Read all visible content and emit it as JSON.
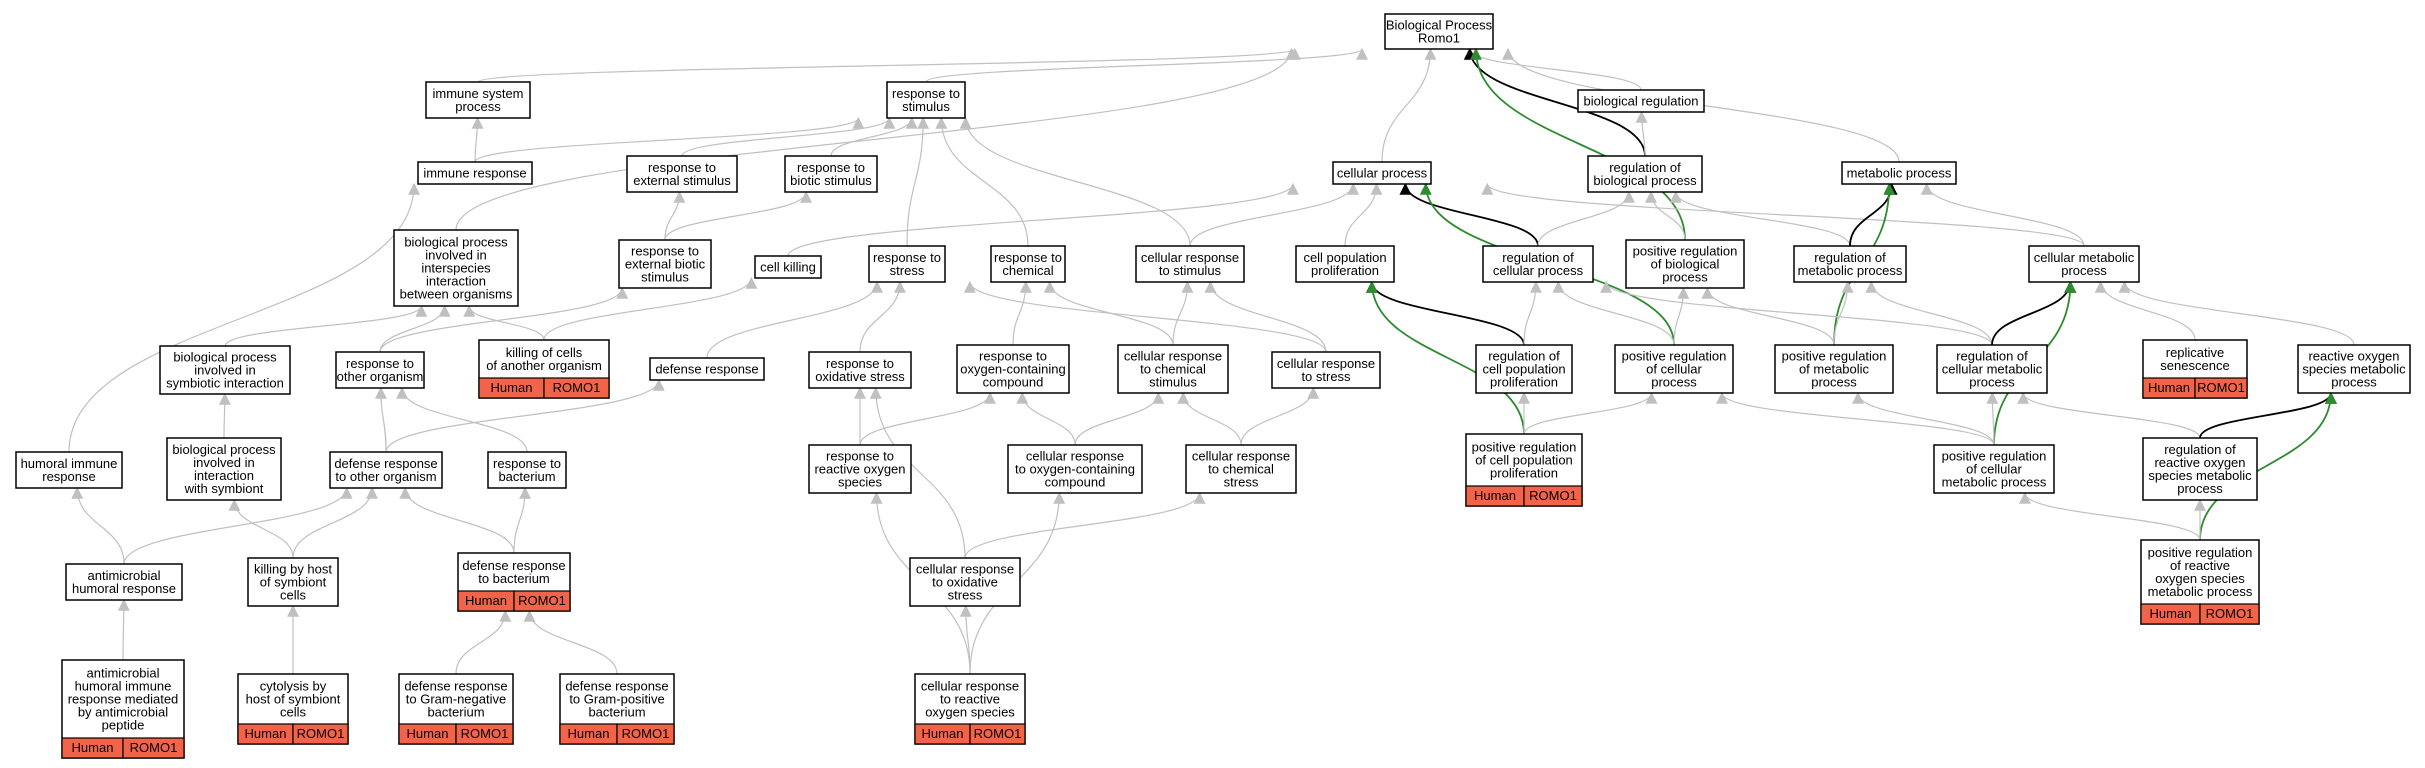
{
  "colors": {
    "edge_gray": "#c0c0c0",
    "edge_black": "#000000",
    "edge_green": "#2e8b2e",
    "annot_fill": "#f26449",
    "node_border": "#000000",
    "node_fill": "#ffffff"
  },
  "annotation": {
    "species": "Human",
    "gene": "ROMO1"
  },
  "nodes": [
    {
      "id": "root",
      "lines": [
        "Biological Process",
        "Romo1"
      ]
    },
    {
      "id": "immune_system_process",
      "lines": [
        "immune system",
        "process"
      ]
    },
    {
      "id": "response_to_stimulus",
      "lines": [
        "response to",
        "stimulus"
      ]
    },
    {
      "id": "biological_regulation",
      "lines": [
        "biological regulation"
      ]
    },
    {
      "id": "immune_response",
      "lines": [
        "immune response"
      ]
    },
    {
      "id": "response_external",
      "lines": [
        "response to",
        "external stimulus"
      ]
    },
    {
      "id": "response_biotic",
      "lines": [
        "response to",
        "biotic stimulus"
      ]
    },
    {
      "id": "cellular_process",
      "lines": [
        "cellular process"
      ]
    },
    {
      "id": "reg_bio_process",
      "lines": [
        "regulation of",
        "biological process"
      ]
    },
    {
      "id": "metabolic_process",
      "lines": [
        "metabolic process"
      ]
    },
    {
      "id": "interspecies",
      "lines": [
        "biological process",
        "involved in",
        "interspecies",
        "interaction",
        "between organisms"
      ]
    },
    {
      "id": "response_ext_biotic",
      "lines": [
        "response to",
        "external biotic",
        "stimulus"
      ]
    },
    {
      "id": "cell_killing",
      "lines": [
        "cell killing"
      ]
    },
    {
      "id": "response_to_stress",
      "lines": [
        "response to",
        "stress"
      ]
    },
    {
      "id": "response_to_chemical",
      "lines": [
        "response to",
        "chemical"
      ]
    },
    {
      "id": "cellular_response_stimulus",
      "lines": [
        "cellular response",
        "to stimulus"
      ]
    },
    {
      "id": "cell_pop_prolif",
      "lines": [
        "cell population",
        "proliferation"
      ]
    },
    {
      "id": "reg_cellular_process",
      "lines": [
        "regulation of",
        "cellular process"
      ]
    },
    {
      "id": "pos_reg_bio_process",
      "lines": [
        "positive regulation",
        "of biological",
        "process"
      ]
    },
    {
      "id": "reg_metabolic_process",
      "lines": [
        "regulation of",
        "metabolic process"
      ]
    },
    {
      "id": "cellular_metabolic_process",
      "lines": [
        "cellular metabolic",
        "process"
      ]
    },
    {
      "id": "bp_symbiotic",
      "lines": [
        "biological process",
        "involved in",
        "symbiotic interaction"
      ]
    },
    {
      "id": "response_other_organism",
      "lines": [
        "response to",
        "other organism"
      ]
    },
    {
      "id": "killing_cells_other",
      "lines": [
        "killing of cells",
        "of another organism"
      ],
      "annotated": true
    },
    {
      "id": "defense_response",
      "lines": [
        "defense response"
      ]
    },
    {
      "id": "response_oxidative_stress",
      "lines": [
        "response to",
        "oxidative stress"
      ]
    },
    {
      "id": "response_oxygen_compound",
      "lines": [
        "response to",
        "oxygen-containing",
        "compound"
      ]
    },
    {
      "id": "cellular_response_chem_stim",
      "lines": [
        "cellular response",
        "to chemical",
        "stimulus"
      ]
    },
    {
      "id": "cellular_response_stress",
      "lines": [
        "cellular response",
        "to stress"
      ]
    },
    {
      "id": "reg_cell_pop_prolif",
      "lines": [
        "regulation of",
        "cell population",
        "proliferation"
      ]
    },
    {
      "id": "pos_reg_cellular_process",
      "lines": [
        "positive regulation",
        "of cellular",
        "process"
      ]
    },
    {
      "id": "pos_reg_metabolic_process",
      "lines": [
        "positive regulation",
        "of metabolic",
        "process"
      ]
    },
    {
      "id": "reg_cellular_metabolic",
      "lines": [
        "regulation of",
        "cellular metabolic",
        "process"
      ]
    },
    {
      "id": "replicative_senescence",
      "lines": [
        "replicative",
        "senescence"
      ],
      "annotated": true
    },
    {
      "id": "ros_metabolic",
      "lines": [
        "reactive oxygen",
        "species metabolic",
        "process"
      ]
    },
    {
      "id": "humoral_immune",
      "lines": [
        "humoral immune",
        "response"
      ]
    },
    {
      "id": "bp_interaction_symbiont",
      "lines": [
        "biological process",
        "involved in",
        "interaction",
        "with symbiont"
      ]
    },
    {
      "id": "defense_other_organism",
      "lines": [
        "defense response",
        "to other organism"
      ]
    },
    {
      "id": "response_bacterium",
      "lines": [
        "response to",
        "bacterium"
      ]
    },
    {
      "id": "response_ros",
      "lines": [
        "response to",
        "reactive oxygen",
        "species"
      ]
    },
    {
      "id": "cellular_response_oxygen_compound",
      "lines": [
        "cellular response",
        "to oxygen-containing",
        "compound"
      ]
    },
    {
      "id": "cellular_response_chem_stress",
      "lines": [
        "cellular response",
        "to chemical",
        "stress"
      ]
    },
    {
      "id": "pos_reg_cell_pop_prolif",
      "lines": [
        "positive regulation",
        "of cell population",
        "proliferation"
      ],
      "annotated": true
    },
    {
      "id": "pos_reg_cellular_metabolic",
      "lines": [
        "positive regulation",
        "of cellular",
        "metabolic process"
      ]
    },
    {
      "id": "reg_ros_metabolic",
      "lines": [
        "regulation of",
        "reactive oxygen",
        "species metabolic",
        "process"
      ]
    },
    {
      "id": "antimicrobial_humoral",
      "lines": [
        "antimicrobial",
        "humoral response"
      ]
    },
    {
      "id": "killing_by_host",
      "lines": [
        "killing by host",
        "of symbiont",
        "cells"
      ]
    },
    {
      "id": "defense_bacterium",
      "lines": [
        "defense response",
        "to bacterium"
      ],
      "annotated": true
    },
    {
      "id": "cellular_response_oxidative",
      "lines": [
        "cellular response",
        "to oxidative",
        "stress"
      ]
    },
    {
      "id": "pos_reg_ros_metabolic",
      "lines": [
        "positive regulation",
        "of reactive",
        "oxygen species",
        "metabolic process"
      ],
      "annotated": true
    },
    {
      "id": "antimicrobial_peptide",
      "lines": [
        "antimicrobial",
        "humoral immune",
        "response mediated",
        "by antimicrobial",
        "peptide"
      ],
      "annotated": true
    },
    {
      "id": "cytolysis_host",
      "lines": [
        "cytolysis by",
        "host of symbiont",
        "cells"
      ],
      "annotated": true
    },
    {
      "id": "defense_gram_neg",
      "lines": [
        "defense response",
        "to Gram-negative",
        "bacterium"
      ],
      "annotated": true
    },
    {
      "id": "defense_gram_pos",
      "lines": [
        "defense response",
        "to Gram-positive",
        "bacterium"
      ],
      "annotated": true
    },
    {
      "id": "cellular_response_ros",
      "lines": [
        "cellular response",
        "to reactive",
        "oxygen species"
      ],
      "annotated": true
    }
  ],
  "edges": [
    {
      "from": "immune_system_process",
      "to": "root"
    },
    {
      "from": "response_to_stimulus",
      "to": "root"
    },
    {
      "from": "biological_regulation",
      "to": "root"
    },
    {
      "from": "cellular_process",
      "to": "root"
    },
    {
      "from": "reg_bio_process",
      "to": "root",
      "style": "black"
    },
    {
      "from": "pos_reg_bio_process",
      "to": "root",
      "style": "green"
    },
    {
      "from": "metabolic_process",
      "to": "root"
    },
    {
      "from": "interspecies",
      "to": "root"
    },
    {
      "from": "immune_response",
      "to": "immune_system_process"
    },
    {
      "from": "immune_response",
      "to": "response_to_stimulus"
    },
    {
      "from": "response_external",
      "to": "response_to_stimulus"
    },
    {
      "from": "response_biotic",
      "to": "response_to_stimulus"
    },
    {
      "from": "response_to_stress",
      "to": "response_to_stimulus"
    },
    {
      "from": "response_to_chemical",
      "to": "response_to_stimulus"
    },
    {
      "from": "cellular_response_stimulus",
      "to": "response_to_stimulus"
    },
    {
      "from": "reg_bio_process",
      "to": "biological_regulation"
    },
    {
      "from": "cell_killing",
      "to": "cellular_process"
    },
    {
      "from": "cell_pop_prolif",
      "to": "cellular_process"
    },
    {
      "from": "reg_cellular_process",
      "to": "cellular_process",
      "style": "black"
    },
    {
      "from": "pos_reg_cellular_process",
      "to": "cellular_process",
      "style": "green"
    },
    {
      "from": "cellular_response_stimulus",
      "to": "cellular_process"
    },
    {
      "from": "cellular_metabolic_process",
      "to": "cellular_process"
    },
    {
      "from": "reg_cellular_process",
      "to": "reg_bio_process"
    },
    {
      "from": "pos_reg_bio_process",
      "to": "reg_bio_process"
    },
    {
      "from": "reg_metabolic_process",
      "to": "reg_bio_process"
    },
    {
      "from": "reg_metabolic_process",
      "to": "metabolic_process",
      "style": "black"
    },
    {
      "from": "pos_reg_metabolic_process",
      "to": "metabolic_process",
      "style": "green"
    },
    {
      "from": "cellular_metabolic_process",
      "to": "metabolic_process"
    },
    {
      "from": "bp_symbiotic",
      "to": "interspecies"
    },
    {
      "from": "response_other_organism",
      "to": "interspecies"
    },
    {
      "from": "killing_cells_other",
      "to": "interspecies"
    },
    {
      "from": "response_ext_biotic",
      "to": "response_external"
    },
    {
      "from": "response_ext_biotic",
      "to": "response_biotic"
    },
    {
      "from": "response_other_organism",
      "to": "response_ext_biotic"
    },
    {
      "from": "killing_cells_other",
      "to": "cell_killing"
    },
    {
      "from": "defense_response",
      "to": "response_to_stress"
    },
    {
      "from": "response_oxidative_stress",
      "to": "response_to_stress"
    },
    {
      "from": "cellular_response_stress",
      "to": "response_to_stress"
    },
    {
      "from": "response_oxygen_compound",
      "to": "response_to_chemical"
    },
    {
      "from": "cellular_response_chem_stim",
      "to": "response_to_chemical"
    },
    {
      "from": "cellular_response_chem_stim",
      "to": "cellular_response_stimulus"
    },
    {
      "from": "cellular_response_stress",
      "to": "cellular_response_stimulus"
    },
    {
      "from": "reg_cell_pop_prolif",
      "to": "cell_pop_prolif",
      "style": "black"
    },
    {
      "from": "pos_reg_cell_pop_prolif",
      "to": "cell_pop_prolif",
      "style": "green"
    },
    {
      "from": "reg_cell_pop_prolif",
      "to": "reg_cellular_process"
    },
    {
      "from": "pos_reg_cellular_process",
      "to": "reg_cellular_process"
    },
    {
      "from": "reg_cellular_metabolic",
      "to": "reg_cellular_process"
    },
    {
      "from": "pos_reg_cellular_process",
      "to": "pos_reg_bio_process"
    },
    {
      "from": "pos_reg_metabolic_process",
      "to": "pos_reg_bio_process"
    },
    {
      "from": "pos_reg_metabolic_process",
      "to": "reg_metabolic_process"
    },
    {
      "from": "reg_cellular_metabolic",
      "to": "reg_metabolic_process"
    },
    {
      "from": "reg_cellular_metabolic",
      "to": "cellular_metabolic_process",
      "style": "black"
    },
    {
      "from": "pos_reg_cellular_metabolic",
      "to": "cellular_metabolic_process",
      "style": "green"
    },
    {
      "from": "replicative_senescence",
      "to": "cellular_metabolic_process"
    },
    {
      "from": "ros_metabolic",
      "to": "cellular_metabolic_process"
    },
    {
      "from": "bp_interaction_symbiont",
      "to": "bp_symbiotic"
    },
    {
      "from": "defense_other_organism",
      "to": "response_other_organism"
    },
    {
      "from": "response_bacterium",
      "to": "response_other_organism"
    },
    {
      "from": "defense_other_organism",
      "to": "defense_response"
    },
    {
      "from": "response_ros",
      "to": "response_oxidative_stress"
    },
    {
      "from": "response_ros",
      "to": "response_oxygen_compound"
    },
    {
      "from": "cellular_response_oxygen_compound",
      "to": "response_oxygen_compound"
    },
    {
      "from": "cellular_response_oxygen_compound",
      "to": "cellular_response_chem_stim"
    },
    {
      "from": "cellular_response_chem_stress",
      "to": "cellular_response_chem_stim"
    },
    {
      "from": "cellular_response_chem_stress",
      "to": "cellular_response_stress"
    },
    {
      "from": "pos_reg_cell_pop_prolif",
      "to": "reg_cell_pop_prolif"
    },
    {
      "from": "pos_reg_cell_pop_prolif",
      "to": "pos_reg_cellular_process"
    },
    {
      "from": "pos_reg_cellular_metabolic",
      "to": "pos_reg_cellular_process"
    },
    {
      "from": "pos_reg_cellular_metabolic",
      "to": "pos_reg_metabolic_process"
    },
    {
      "from": "pos_reg_cellular_metabolic",
      "to": "reg_cellular_metabolic"
    },
    {
      "from": "reg_ros_metabolic",
      "to": "reg_cellular_metabolic"
    },
    {
      "from": "reg_ros_metabolic",
      "to": "ros_metabolic",
      "style": "black"
    },
    {
      "from": "pos_reg_ros_metabolic",
      "to": "ros_metabolic",
      "style": "green"
    },
    {
      "from": "pos_reg_ros_metabolic",
      "to": "reg_ros_metabolic"
    },
    {
      "from": "pos_reg_ros_metabolic",
      "to": "pos_reg_cellular_metabolic"
    },
    {
      "from": "humoral_immune",
      "to": "immune_response"
    },
    {
      "from": "antimicrobial_humoral",
      "to": "humoral_immune"
    },
    {
      "from": "antimicrobial_humoral",
      "to": "defense_other_organism"
    },
    {
      "from": "killing_by_host",
      "to": "bp_interaction_symbiont"
    },
    {
      "from": "killing_by_host",
      "to": "defense_other_organism"
    },
    {
      "from": "defense_bacterium",
      "to": "defense_other_organism"
    },
    {
      "from": "defense_bacterium",
      "to": "response_bacterium"
    },
    {
      "from": "cellular_response_oxidative",
      "to": "response_oxidative_stress"
    },
    {
      "from": "cellular_response_oxidative",
      "to": "cellular_response_chem_stress"
    },
    {
      "from": "antimicrobial_peptide",
      "to": "antimicrobial_humoral"
    },
    {
      "from": "cytolysis_host",
      "to": "killing_by_host"
    },
    {
      "from": "defense_gram_neg",
      "to": "defense_bacterium"
    },
    {
      "from": "defense_gram_pos",
      "to": "defense_bacterium"
    },
    {
      "from": "cellular_response_ros",
      "to": "cellular_response_oxidative"
    },
    {
      "from": "cellular_response_ros",
      "to": "response_ros"
    },
    {
      "from": "cellular_response_ros",
      "to": "cellular_response_oxygen_compound"
    }
  ]
}
